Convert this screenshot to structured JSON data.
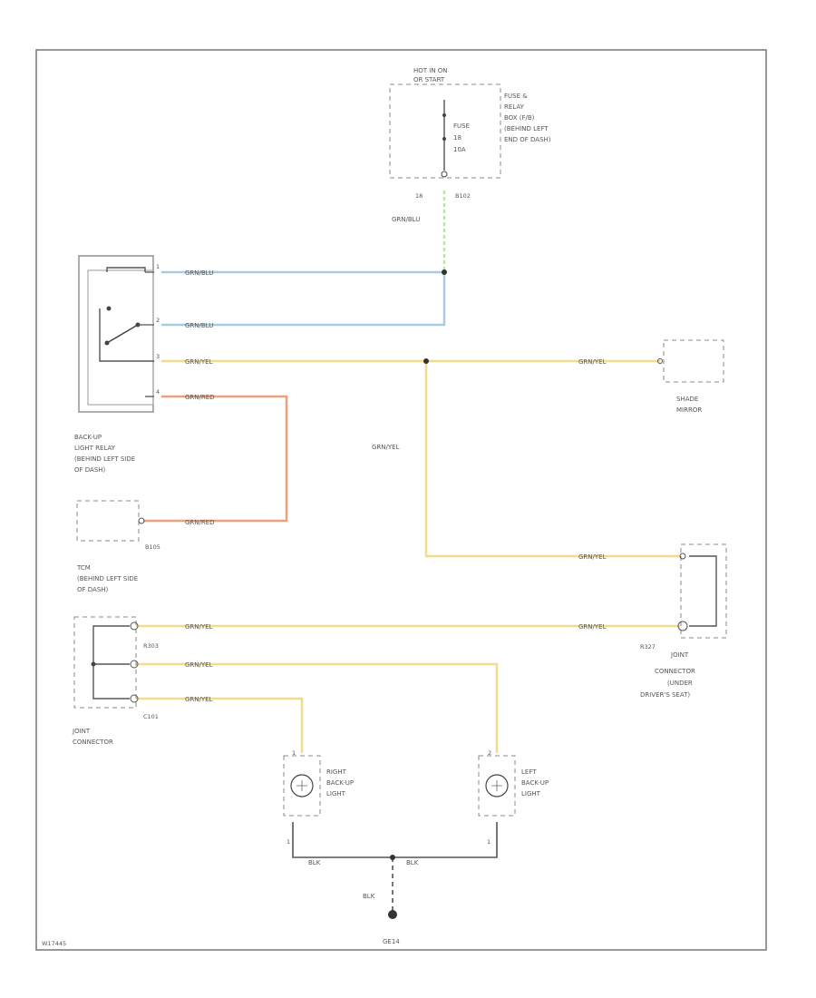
{
  "fuse_box": {
    "header": [
      "HOT IN ON",
      "OR START"
    ],
    "fuse": [
      "FUSE",
      "18",
      "10A"
    ],
    "location": [
      "FUSE &",
      "RELAY",
      "BOX (F/B)",
      "(BEHIND LEFT",
      "END OF DASH)"
    ],
    "pin_left": "18",
    "pin_right": "B102"
  },
  "relay": {
    "label": [
      "BACK-UP",
      "LIGHT RELAY",
      "(BEHIND LEFT SIDE",
      "OF DASH)"
    ],
    "pins": [
      "1",
      "2",
      "3",
      "4"
    ]
  },
  "tcm": {
    "label": [
      "TCM",
      "(BEHIND LEFT SIDE",
      "OF DASH)"
    ],
    "pin": "B105"
  },
  "shade_mirror": {
    "label": [
      "SHADE",
      "MIRROR"
    ]
  },
  "joint_right": {
    "label": [
      "JOINT",
      "CONNECTOR",
      "(UNDER",
      "DRIVER'S SEAT)"
    ],
    "pin": "R327"
  },
  "joint_left": {
    "label": [
      "JOINT",
      "CONNECTOR"
    ],
    "pin_top": "R303",
    "pin_bottom": "C101"
  },
  "right_lamp": {
    "label": [
      "RIGHT",
      "BACK-UP",
      "LIGHT"
    ],
    "pin_top": "1",
    "pin_bottom": "1"
  },
  "left_lamp": {
    "label": [
      "LEFT",
      "BACK-UP",
      "LIGHT"
    ],
    "pin_top": "2",
    "pin_bottom": "1"
  },
  "ground": {
    "label": "GE14",
    "wire": "BLK"
  },
  "wires": {
    "grn_blu": "GRN/BLU",
    "grn_yel": "GRN/YEL",
    "grn_red": "GRN/RED",
    "blk": "BLK"
  },
  "colors": {
    "grn_blu": "#a8cbe0",
    "grn_yel": "#f0dc8a",
    "grn_red": "#eca27e",
    "grn_stub": "#b6e6a8",
    "black": "#555555"
  },
  "footer_code": "W17445"
}
